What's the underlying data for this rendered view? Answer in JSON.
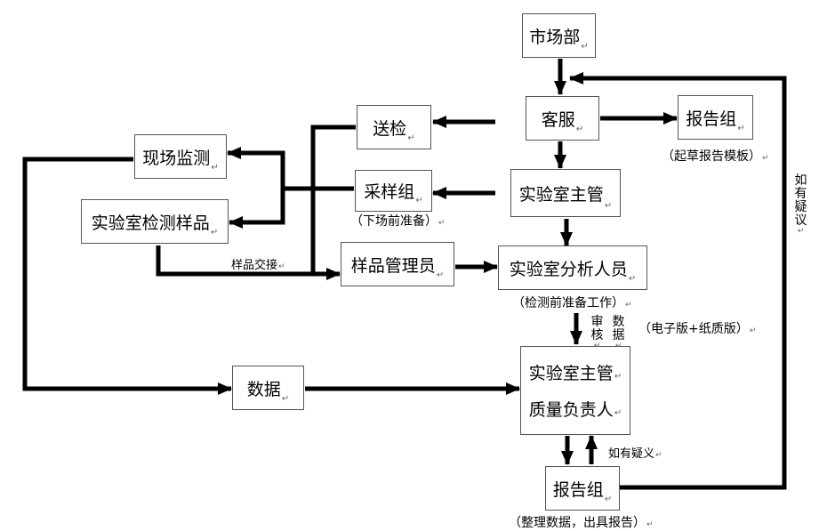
{
  "nodes": {
    "market": "市场部",
    "customer_service": "客服",
    "report_group_top": "报告组",
    "send_inspection": "送检",
    "onsite_monitoring": "现场监测",
    "sampling_group": "采样组",
    "lab_supervisor": "实验室主管",
    "lab_testing_samples": "实验室检测样品",
    "sample_manager": "样品管理员",
    "lab_analyst": "实验室分析人员",
    "data": "数据",
    "lab_supervisor_qa_line1": "实验室主管",
    "lab_supervisor_qa_line2": "质量负责人",
    "report_group_bottom": "报告组"
  },
  "notes": {
    "draft_template": "（起草报告模板）",
    "field_prep": "（下场前准备）",
    "sample_handover": "样品交接",
    "pre_test_prep": "（检测前准备工作）",
    "audit": [
      "审",
      "核"
    ],
    "data_vertical": [
      "数",
      "据"
    ],
    "version": "（电子版+纸质版）",
    "if_doubt_right": [
      "如",
      "有",
      "疑",
      "议"
    ],
    "if_doubt_small": "如有疑义",
    "compile_report": "（整理数据，出具报告）"
  },
  "paragraph_mark": "↵"
}
